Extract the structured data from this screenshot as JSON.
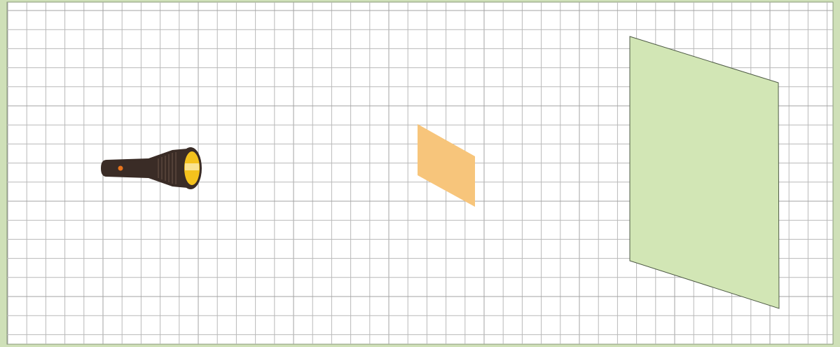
{
  "colors": {
    "frame": "#cfe0b8",
    "paper": "#ffffff",
    "grid_line": "#b9b9b9",
    "grid_line_major": "#a3a3a3",
    "flashlight_body": "#3a2c26",
    "flashlight_bulb": "#f4c21d",
    "flashlight_bulb_highlight": "#fbe7a0",
    "flashlight_button": "#e8741c",
    "card_fill": "#f7c57b",
    "screen_fill": "#d2e6b5",
    "screen_stroke": "#4e5a45"
  },
  "icons": {
    "light_source": "flashlight-icon"
  },
  "objects": {
    "light_source": "flashlight",
    "obstacle": "opaque-card",
    "screen": "projection-screen"
  }
}
